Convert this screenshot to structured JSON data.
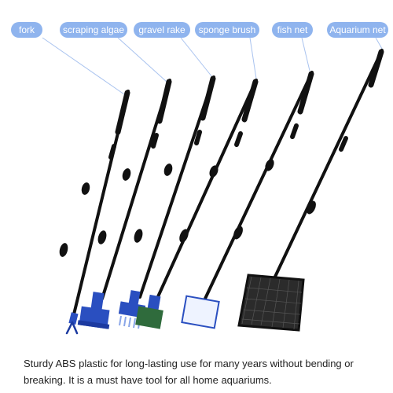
{
  "labels": [
    {
      "id": "fork",
      "text": "fork"
    },
    {
      "id": "scraping-algae",
      "text": "scraping algae"
    },
    {
      "id": "gravel-rake",
      "text": "gravel rake"
    },
    {
      "id": "sponge-brush",
      "text": "sponge brush"
    },
    {
      "id": "fish-net",
      "text": "fish net"
    },
    {
      "id": "aquarium-net",
      "text": "Aquarium net"
    }
  ],
  "caption": "Sturdy ABS plastic for long-lasting use for many years without bending or breaking. It is a must have tool for all home aquariums.",
  "colors": {
    "label_bg": "#8fb4ee",
    "leader_line": "#a9c3ef",
    "pole": "#111111",
    "blue_head": "#2a4fc0",
    "sponge": "#2f6b3c",
    "net_frame": "#1a1a1a"
  }
}
